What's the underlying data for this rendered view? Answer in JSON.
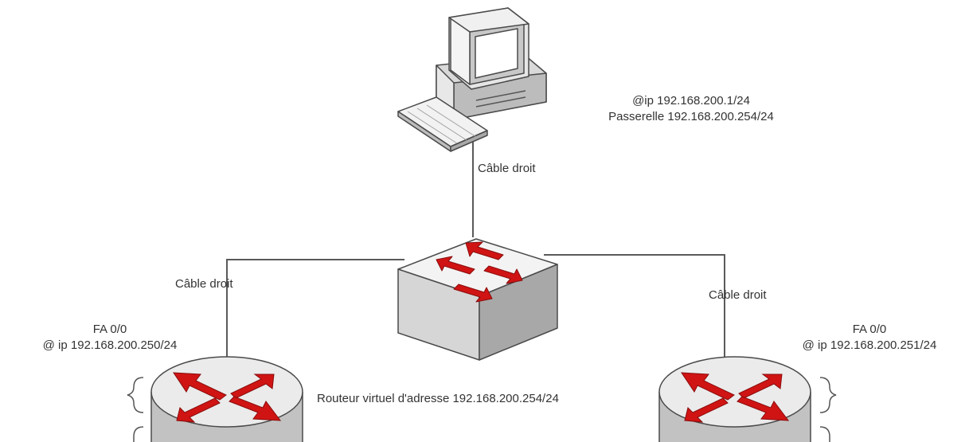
{
  "pc": {
    "ip_label": "@ip 192.168.200.1/24",
    "gateway_label": "Passerelle 192.168.200.254/24"
  },
  "cables": {
    "pc_switch": "Câble droit",
    "left_switch": "Câble droit",
    "right_switch": "Câble droit"
  },
  "router_left": {
    "interface": "FA 0/0",
    "ip": "@ ip 192.168.200.250/24"
  },
  "router_right": {
    "interface": "FA 0/0",
    "ip": "@ ip 192.168.200.251/24"
  },
  "virtual_router_label": "Routeur virtuel d'adresse 192.168.200.254/24",
  "colors": {
    "line": "#5a5a5a",
    "arrow": "#d01414",
    "device_light": "#f2f2f2",
    "device_mid": "#cfcfcf",
    "device_dark": "#9a9a9a",
    "outline": "#4a4a4a"
  }
}
